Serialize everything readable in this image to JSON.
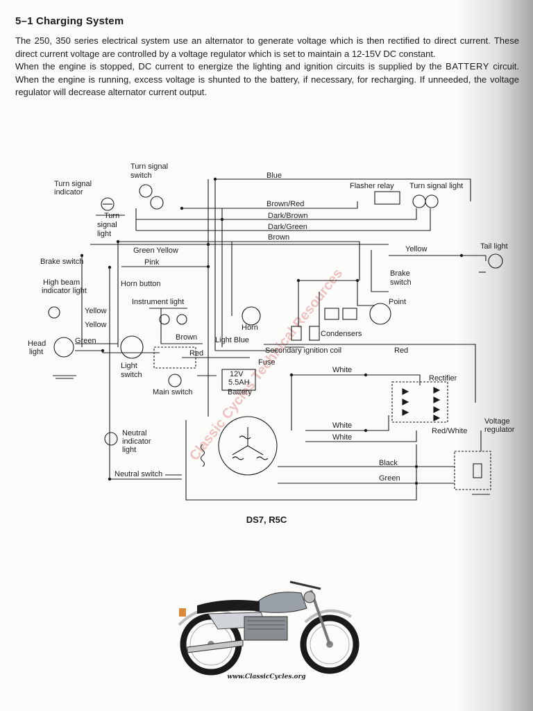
{
  "header": {
    "title": "5–1  Charging System"
  },
  "intro": {
    "p1": "The 250, 350 series electrical system use an alternator to generate voltage which is then rectified to direct current.  These direct current voltage are controlled by a voltage regulator which is set to maintain a 12-15V DC constant.",
    "p2_before": "When the engine is stopped, DC current to energize the lighting and ignition circuits is supplied by the ",
    "p2_caps": "BATTERY",
    "p2_after": " circuit.  When the engine is running, excess voltage is shunted to the battery, if necessary, for recharging.  If unneeded, the voltage regulator will decrease alternator current output."
  },
  "diagram": {
    "components": {
      "turn_signal_switch": "Turn signal switch",
      "turn_signal_indicator": "Turn signal indicator",
      "turn_signal_light_left": "Turn signal light",
      "flasher_relay": "Flasher relay",
      "turn_signal_light_right": "Turn signal light",
      "tail_light": "Tail light",
      "brake_switch_left": "Brake switch",
      "brake_switch_right": "Brake switch",
      "high_beam_indicator": "High beam indicator light",
      "horn_button": "Horn button",
      "instrument_light": "Instrument light",
      "horn": "Horn",
      "point": "Point",
      "condensers": "Condensers",
      "head_light": "Head light",
      "light_switch": "Light switch",
      "main_switch": "Main switch",
      "fuse": "Fuse",
      "battery_voltage": "12V",
      "battery_capacity": "5.5AH",
      "battery": "Battery",
      "secondary_ignition_coil": "Secondary ignition coil",
      "rectifier": "Rectifier",
      "voltage_regulator": "Voltage regulator",
      "neutral_indicator": "Neutral indicator light",
      "neutral_switch": "Neutral switch"
    },
    "wires": {
      "blue": "Blue",
      "brown_red": "Brown/Red",
      "dark_brown": "Dark/Brown",
      "dark_green": "Dark/Green",
      "brown": "Brown",
      "green_yellow": "Green Yellow",
      "pink": "Pink",
      "yellow_right": "Yellow",
      "yellow_1": "Yellow",
      "yellow_2": "Yellow",
      "green_head": "Green",
      "brown_instrument": "Brown",
      "light_blue": "Light Blue",
      "red_battery": "Red",
      "red_coil": "Red",
      "white_1": "White",
      "white_2": "White",
      "white_3": "White",
      "red_white": "Red/White",
      "black": "Black",
      "green_bottom": "Green"
    }
  },
  "caption": {
    "model": "DS7, R5C"
  },
  "watermark": "Classic Cycles Technical Resources",
  "footer": {
    "url": "www.ClassicCycles.org"
  }
}
